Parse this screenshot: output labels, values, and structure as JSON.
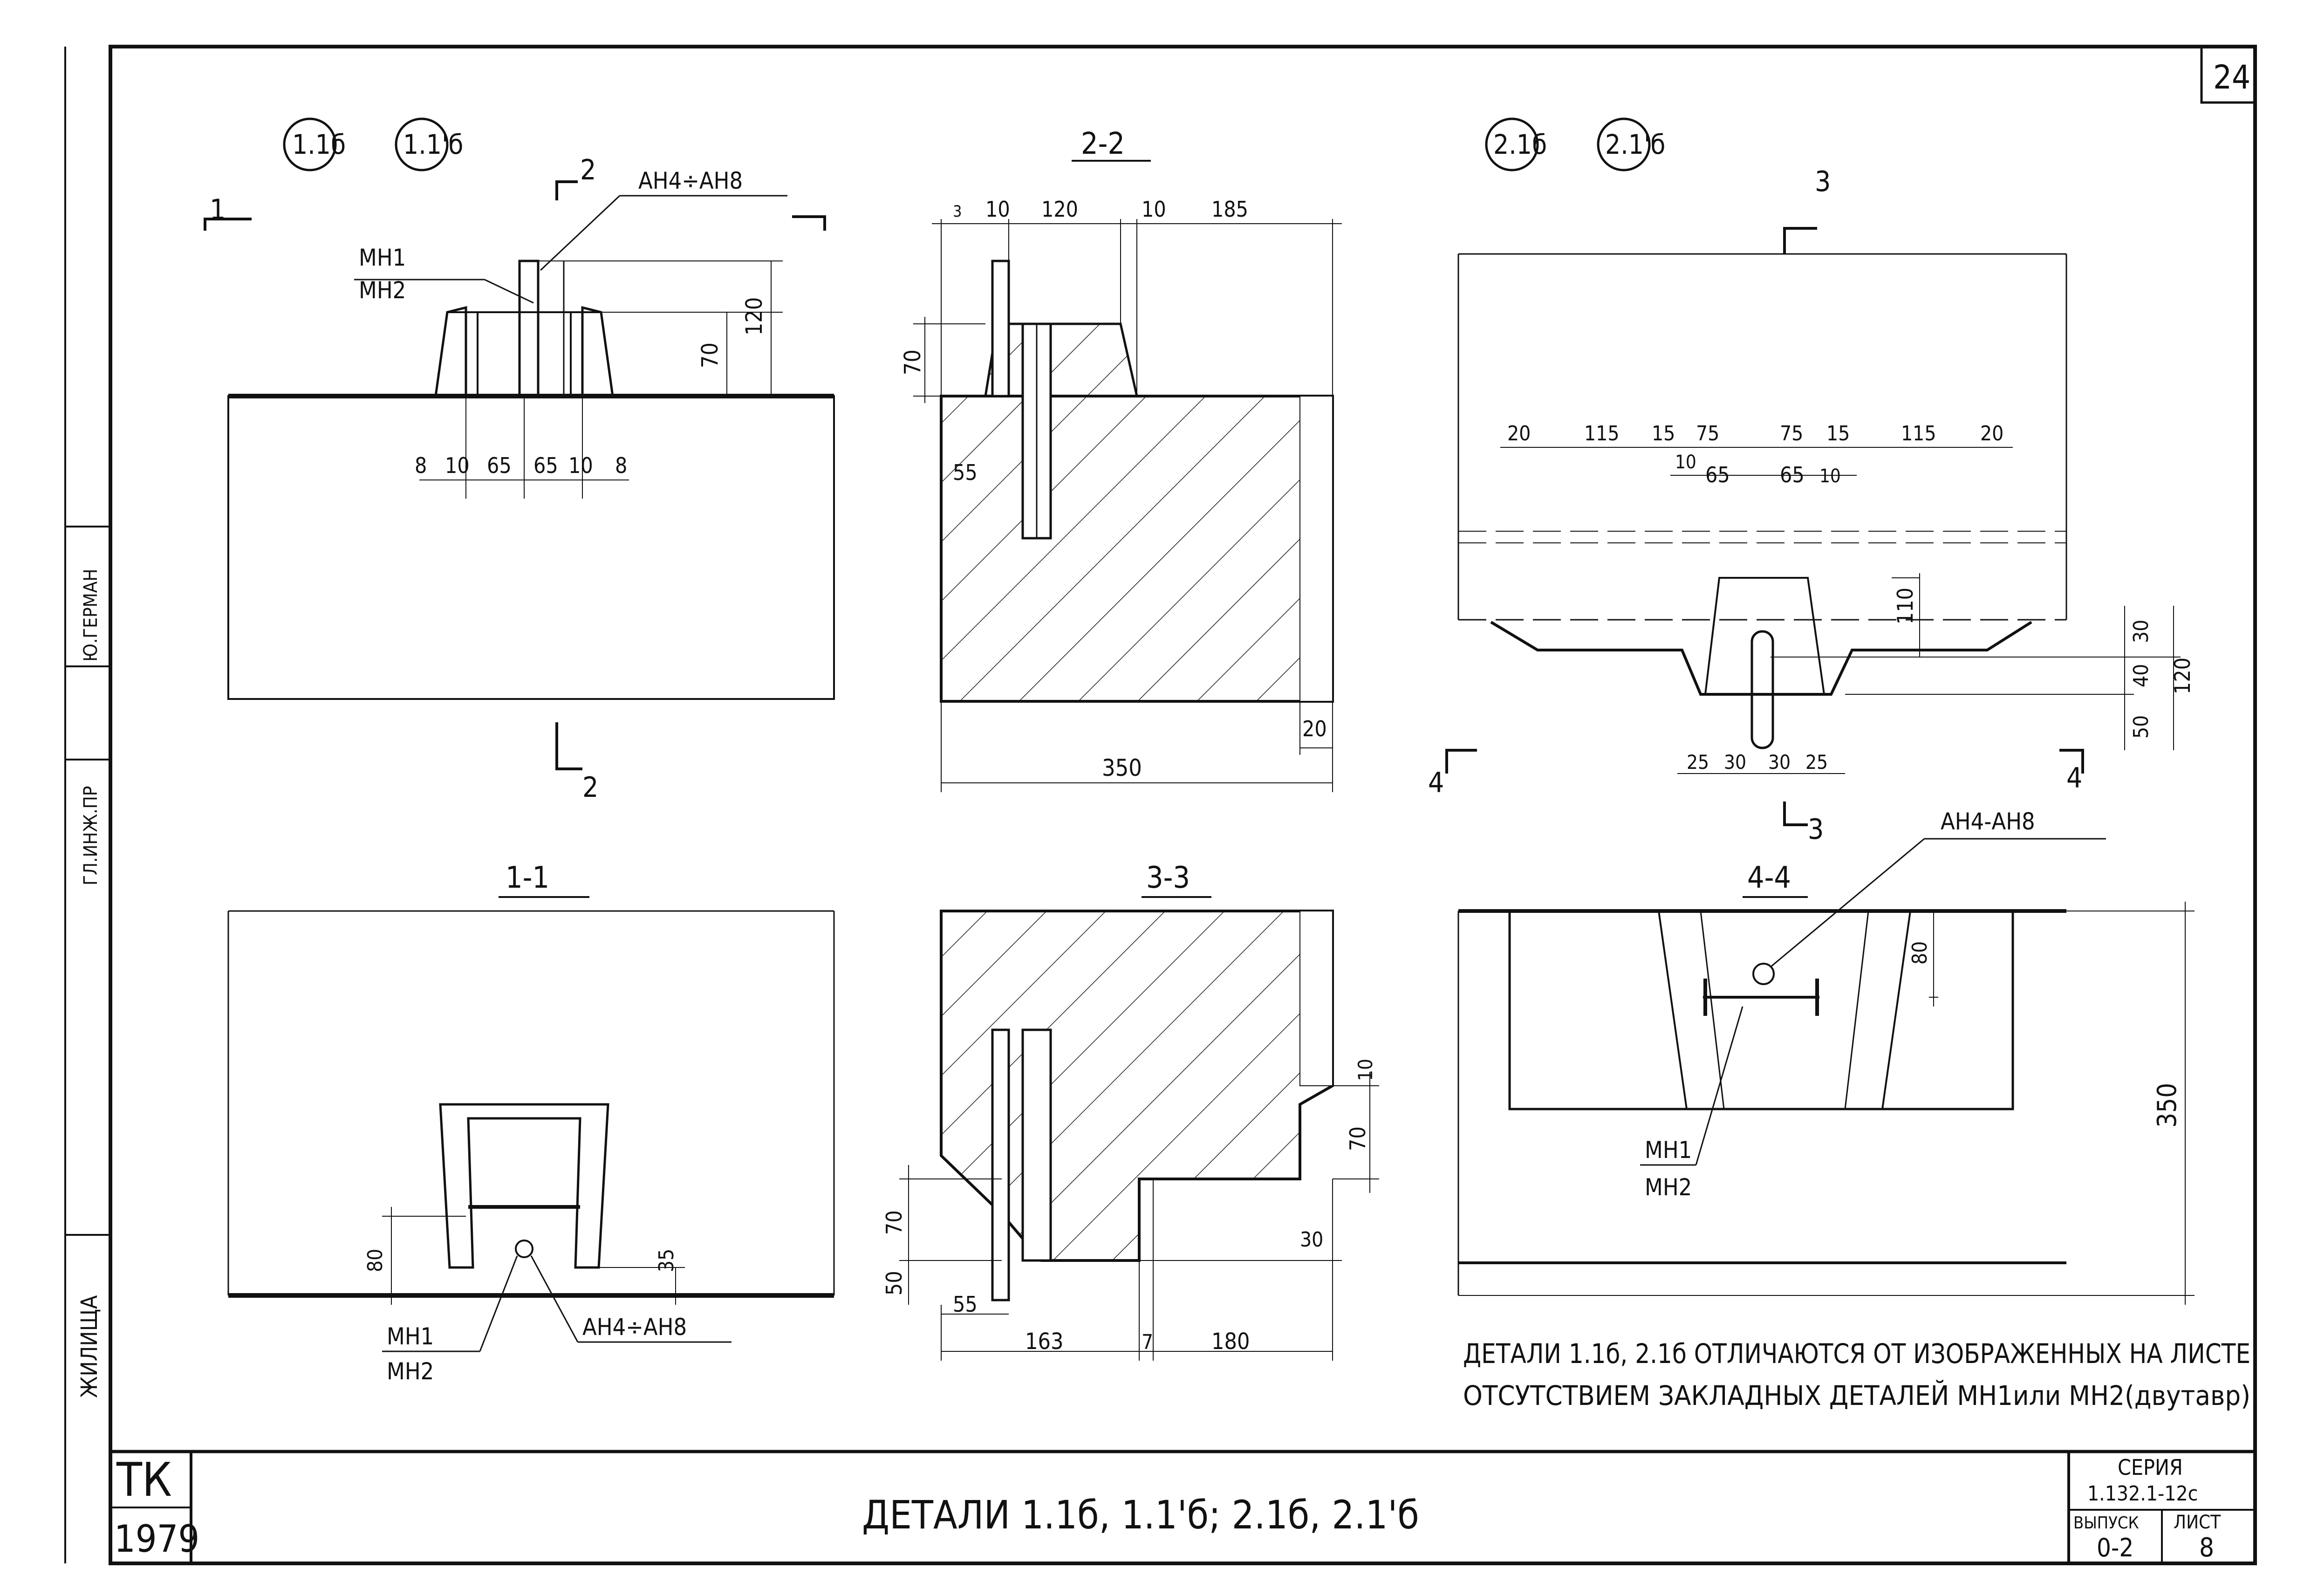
{
  "sheet_corner_number": "24",
  "markers": {
    "m11b": "1.1б",
    "m11pb": "1.1'б",
    "m21b": "2.1б",
    "m21pb": "2.1'б"
  },
  "sections": {
    "s22": "2-2",
    "s11": "1-1",
    "s33": "3-3",
    "s44": "4-4"
  },
  "cut_marks": {
    "c1": "1",
    "c2": "2",
    "c3": "3",
    "c4": "4"
  },
  "labels": {
    "mn1": "МН1",
    "mn2": "МН2",
    "an": "АН4÷АН8",
    "an_dash": "АН4-АН8"
  },
  "dims": {
    "d8": "8",
    "d10": "10",
    "d65": "65",
    "d70": "70",
    "d120": "120",
    "d185": "185",
    "d350": "350",
    "d20": "20",
    "d55": "55",
    "d3": "3",
    "d115": "115",
    "d15": "15",
    "d75": "75",
    "d110": "110",
    "d30": "30",
    "d40": "40",
    "d50": "50",
    "d25": "25",
    "d80": "80",
    "d35": "35",
    "d163": "163",
    "d7": "7",
    "d180": "180"
  },
  "note": {
    "line1": "ДЕТАЛИ 1.1б, 2.1б ОТЛИЧАЮТСЯ ОТ ИЗОБРАЖЕННЫХ НА ЛИСТЕ",
    "line2": "ОТСУТСТВИЕМ ЗАКЛАДНЫХ ДЕТАЛЕЙ МН1или МН2(двутавр)"
  },
  "title_block": {
    "tk": "ТК",
    "year": "1979",
    "title": "ДЕТАЛИ  1.1б,  1.1'б;  2.1б,  2.1'б",
    "seria_label": "СЕРИЯ",
    "seria_value": "1.132.1-12с",
    "vypusk_label": "ВЫПУСК",
    "vypusk_value": "0-2",
    "list_label": "ЛИСТ",
    "list_value": "8"
  },
  "side_strip": {
    "zhilishcha": "ЖИЛИЩА",
    "gl_inzh": "ГЛ.ИНЖ.ПР",
    "german": "Ю.ГЕРМАН"
  }
}
